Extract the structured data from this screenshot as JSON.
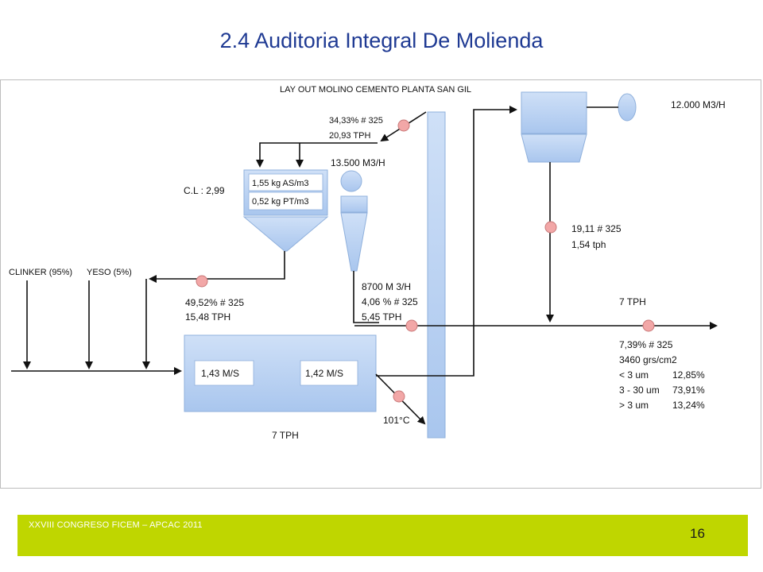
{
  "slide": {
    "title": "2.4 Auditoria Integral De Molienda",
    "footer": "XXVIII CONGRESO FICEM – APCAC 2011",
    "page_number": "16"
  },
  "diagram": {
    "layout_title": "LAY OUT MOLINO CEMENTO PLANTA SAN GIL",
    "top_fan_flow": "12.000 M3/H",
    "feed_line_1": "34,33% # 325",
    "feed_line_2": "20,93 TPH",
    "filter_fan_flow": "13.500 M3/H",
    "cl_label": "C.L : 2,99",
    "filter_box_1": "1,55 kg AS/m3",
    "filter_box_2": "0,52 kg PT/m3",
    "fines_line_1": "19,11 # 325",
    "fines_line_2": "1,54 tph",
    "clinker_label": "CLINKER (95%)",
    "yeso_label": "YESO (5%)",
    "reject_line_1": "49,52% # 325",
    "reject_line_2": "15,48 TPH",
    "cyclone_line_1": "8700 M 3/H",
    "cyclone_line_2": "4,06  % # 325",
    "cyclone_line_3": "5,45 TPH",
    "product_rate": "7 TPH",
    "product_line_1": "7,39% # 325",
    "product_line_2": "3460 grs/cm2",
    "psd": [
      {
        "range": "< 3 um",
        "value": "12,85%"
      },
      {
        "range": "3 - 30 um",
        "value": "73,91%"
      },
      {
        "range": "> 3 um",
        "value": "13,24%"
      }
    ],
    "mill_speed_1": "1,43  M/S",
    "mill_speed_2": "1,42 M/S",
    "mill_rate": "7  TPH",
    "temperature": "101°C"
  },
  "colors": {
    "title": "#1f3a93",
    "footer_bar": "#bfd600",
    "equipment_fill": "#b9d3f2",
    "equipment_stroke": "#8fb0dc",
    "sample_point": "#f2a7a7",
    "line": "#111111"
  }
}
